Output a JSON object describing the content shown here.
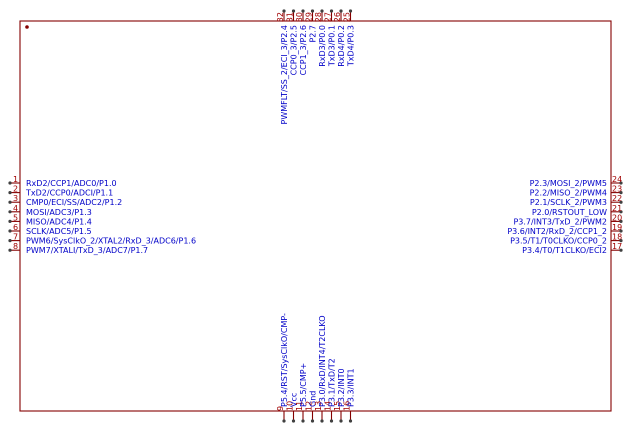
{
  "colors": {
    "body_outline": "#840000",
    "pin_name": "#0000c8",
    "pin_number": "#a00000",
    "pin_name_power": "#c80000"
  },
  "left_pins": [
    {
      "num": "1",
      "name": "RxD2/CCP1/ADC0/P1.0"
    },
    {
      "num": "2",
      "name": "TxD2/CCP0/ADCI/P1.1"
    },
    {
      "num": "3",
      "name": "CMP0/ECI/SS/ADC2/P1.2"
    },
    {
      "num": "4",
      "name": "MOSI/ADC3/P1.3"
    },
    {
      "num": "5",
      "name": "MISO/ADC4/P1.4"
    },
    {
      "num": "6",
      "name": "SCLK/ADC5/P1.5"
    },
    {
      "num": "7",
      "name": "PWM6/SysClkO_2/XTAL2/RxD_3/ADC6/P1.6"
    },
    {
      "num": "8",
      "name": "PWM7/XTALI/TxD_3/ADC7/P1.7"
    }
  ],
  "right_pins": [
    {
      "num": "24",
      "name": "P2.3/MOSI_2/PWM5"
    },
    {
      "num": "23",
      "name": "P2.2/MISO_2/PWM4"
    },
    {
      "num": "22",
      "name": "P2.1/SCLK_2/PWM3"
    },
    {
      "num": "21",
      "name": "P2.0/RSTOUT_LOW"
    },
    {
      "num": "20",
      "name": "P3.7/INT3/TxD_2/PWM2"
    },
    {
      "num": "19",
      "name": "P3.6/INT2/RxD_2/CCP1_2"
    },
    {
      "num": "18",
      "name": "P3.5/T1/T0CLKO/CCP0_2"
    },
    {
      "num": "17",
      "name": "P3.4/T0/T1CLKO/ECI2"
    }
  ],
  "top_pins": [
    {
      "num": "32",
      "name": "PWMFLT/SS_2/ECI_3/P2.4"
    },
    {
      "num": "31",
      "name": "CCP0_3/P2.5"
    },
    {
      "num": "30",
      "name": "CCP1_3/P2.6"
    },
    {
      "num": "29",
      "name": "P2.7"
    },
    {
      "num": "28",
      "name": "RxD3/P0.0"
    },
    {
      "num": "27",
      "name": "TxD3/P0.1"
    },
    {
      "num": "26",
      "name": "RxD4/P0.2"
    },
    {
      "num": "25",
      "name": "TxD4/P0.3"
    }
  ],
  "bottom_pins": [
    {
      "num": "9",
      "name": "P5.4/RST/SysClkO/CMP-"
    },
    {
      "num": "10",
      "name": "Vcc",
      "power": true
    },
    {
      "num": "11",
      "name": "P5.5/CMP+"
    },
    {
      "num": "12",
      "name": "Gnd"
    },
    {
      "num": "13",
      "name": "P3.0/RxD/INT4/T2CLKO"
    },
    {
      "num": "14",
      "name": "P3.1/TxD/T2"
    },
    {
      "num": "15",
      "name": "P3.2/INT0"
    },
    {
      "num": "16",
      "name": "P3.3/INT1"
    }
  ]
}
